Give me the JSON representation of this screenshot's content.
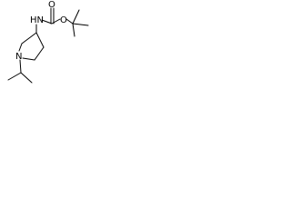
{
  "diagram": {
    "type": "skeletal-structure",
    "line_color": "#000000",
    "background_color": "#ffffff",
    "atoms": {
      "amide_nitrogen": "HN",
      "carbonyl_oxygen": "O",
      "ester_oxygen": "O",
      "ring_nitrogen": "N"
    }
  }
}
